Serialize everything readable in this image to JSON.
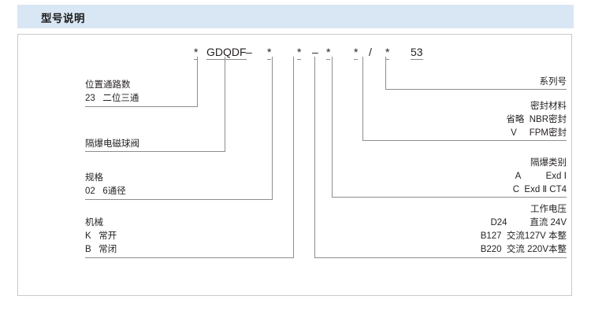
{
  "header": {
    "title": "型号说明"
  },
  "code": {
    "segments": [
      {
        "text": "*",
        "underline": true
      },
      {
        "text": "GDQDF",
        "underline": true
      },
      {
        "text": "–",
        "underline": false
      },
      {
        "text": "*",
        "underline": true
      },
      {
        "text": "*",
        "underline": true
      },
      {
        "text": "–",
        "underline": false
      },
      {
        "text": "*",
        "underline": true
      },
      {
        "text": "*",
        "underline": true
      },
      {
        "text": "/",
        "underline": false
      },
      {
        "text": "*",
        "underline": true
      },
      {
        "text": "53",
        "underline": true
      }
    ],
    "full": "* GDQDF – *  * – *  * /  *  53"
  },
  "left_groups": [
    {
      "name": "position-channel",
      "lines": [
        "位置通路数",
        "23   二位三通"
      ]
    },
    {
      "name": "valve-type",
      "lines": [
        "隔爆电磁球阀"
      ]
    },
    {
      "name": "specification",
      "lines": [
        "规格",
        "02   6通径"
      ]
    },
    {
      "name": "mechanical",
      "lines": [
        "机械",
        "K   常开",
        "B   常闭"
      ]
    }
  ],
  "right_groups": [
    {
      "name": "series-number",
      "lines": [
        "系列号"
      ]
    },
    {
      "name": "seal-material",
      "lines": [
        "密封材料",
        "省略  NBR密封",
        "V     FPM密封"
      ]
    },
    {
      "name": "explosion-proof-class",
      "lines": [
        "隔爆类别",
        "A          Exd Ⅰ",
        "C  Exd Ⅱ CT4"
      ]
    },
    {
      "name": "working-voltage",
      "lines": [
        "工作电压",
        "D24         直流 24V",
        "B127  交流127V 本整",
        "B220  交流 220V本整"
      ]
    }
  ],
  "colors": {
    "header_bg": "#d9e7f5",
    "line": "#8d8d8d",
    "text": "#231f20",
    "panel_border": "#c9c9c9"
  }
}
